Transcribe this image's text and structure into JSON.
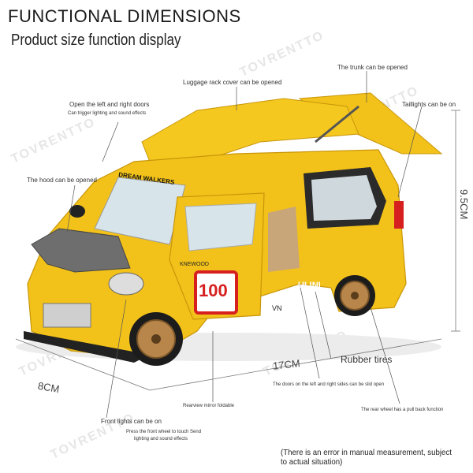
{
  "header": {
    "title": "FUNCTIONAL DIMENSIONS",
    "subtitle": "Product size function display"
  },
  "watermark": "TOVRENTTO",
  "callouts": {
    "luggage": "Luggage rack cover can be opened",
    "trunk": "The trunk can be opened",
    "doors": "Open the left and right doors",
    "doors_sub": "Can trigger lighting and sound effects",
    "taillights": "Taillights can be on",
    "hood": "The hood can be opened",
    "rubber": "Rubber tires",
    "sliding": "The doors on the left and right sides can be slid open",
    "mirror": "Rearview mirror foldable",
    "front_lights": "Front lights can be on",
    "front_lights_sub1": "Press the front wheel to touch Send",
    "front_lights_sub2": "lighting and sound effects",
    "pullback": "The rear wheel has a pull back function"
  },
  "dimensions": {
    "height": "9.5CM",
    "length": "17CM",
    "width": "8CM"
  },
  "car_text": {
    "brand": "DREAM WALKERS",
    "number": "100",
    "knewood": "KNEWOOD",
    "ulini": "ULINI",
    "vn": "VN"
  },
  "note": "(There is an error in manual measurement, subject to actual situation)",
  "colors": {
    "body": "#f2c21a",
    "body_dark": "#d9a10c",
    "grey": "#6e6e6e",
    "red": "#d61f1f",
    "rim": "#b8864a"
  }
}
